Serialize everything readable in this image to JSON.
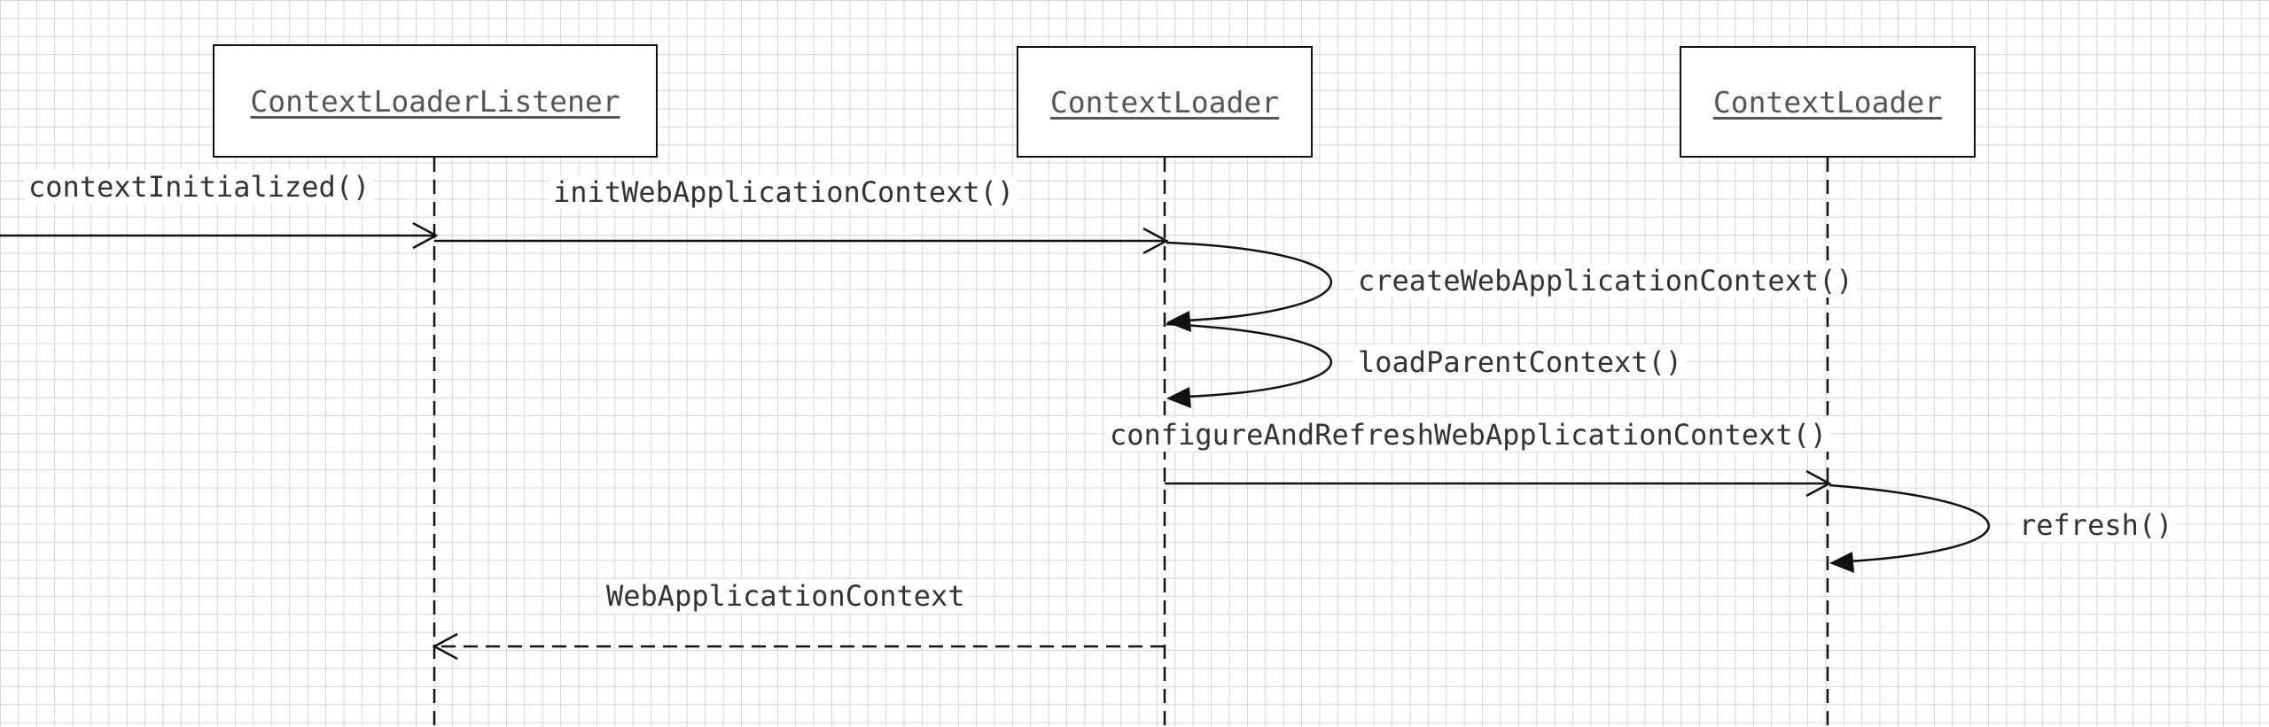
{
  "lifelines": [
    {
      "id": "listener",
      "label": "ContextLoaderListener"
    },
    {
      "id": "loader1",
      "label": "ContextLoader"
    },
    {
      "id": "loader2",
      "label": "ContextLoader"
    }
  ],
  "messages": {
    "context_initialized": "contextInitialized()",
    "init_web_app_context": "initWebApplicationContext()",
    "create_web_app_context": "createWebApplicationContext()",
    "load_parent_context": "loadParentContext()",
    "configure_and_refresh": "configureAndRefreshWebApplicationContext()",
    "refresh": "refresh()",
    "return_web_app_context": "WebApplicationContext"
  }
}
